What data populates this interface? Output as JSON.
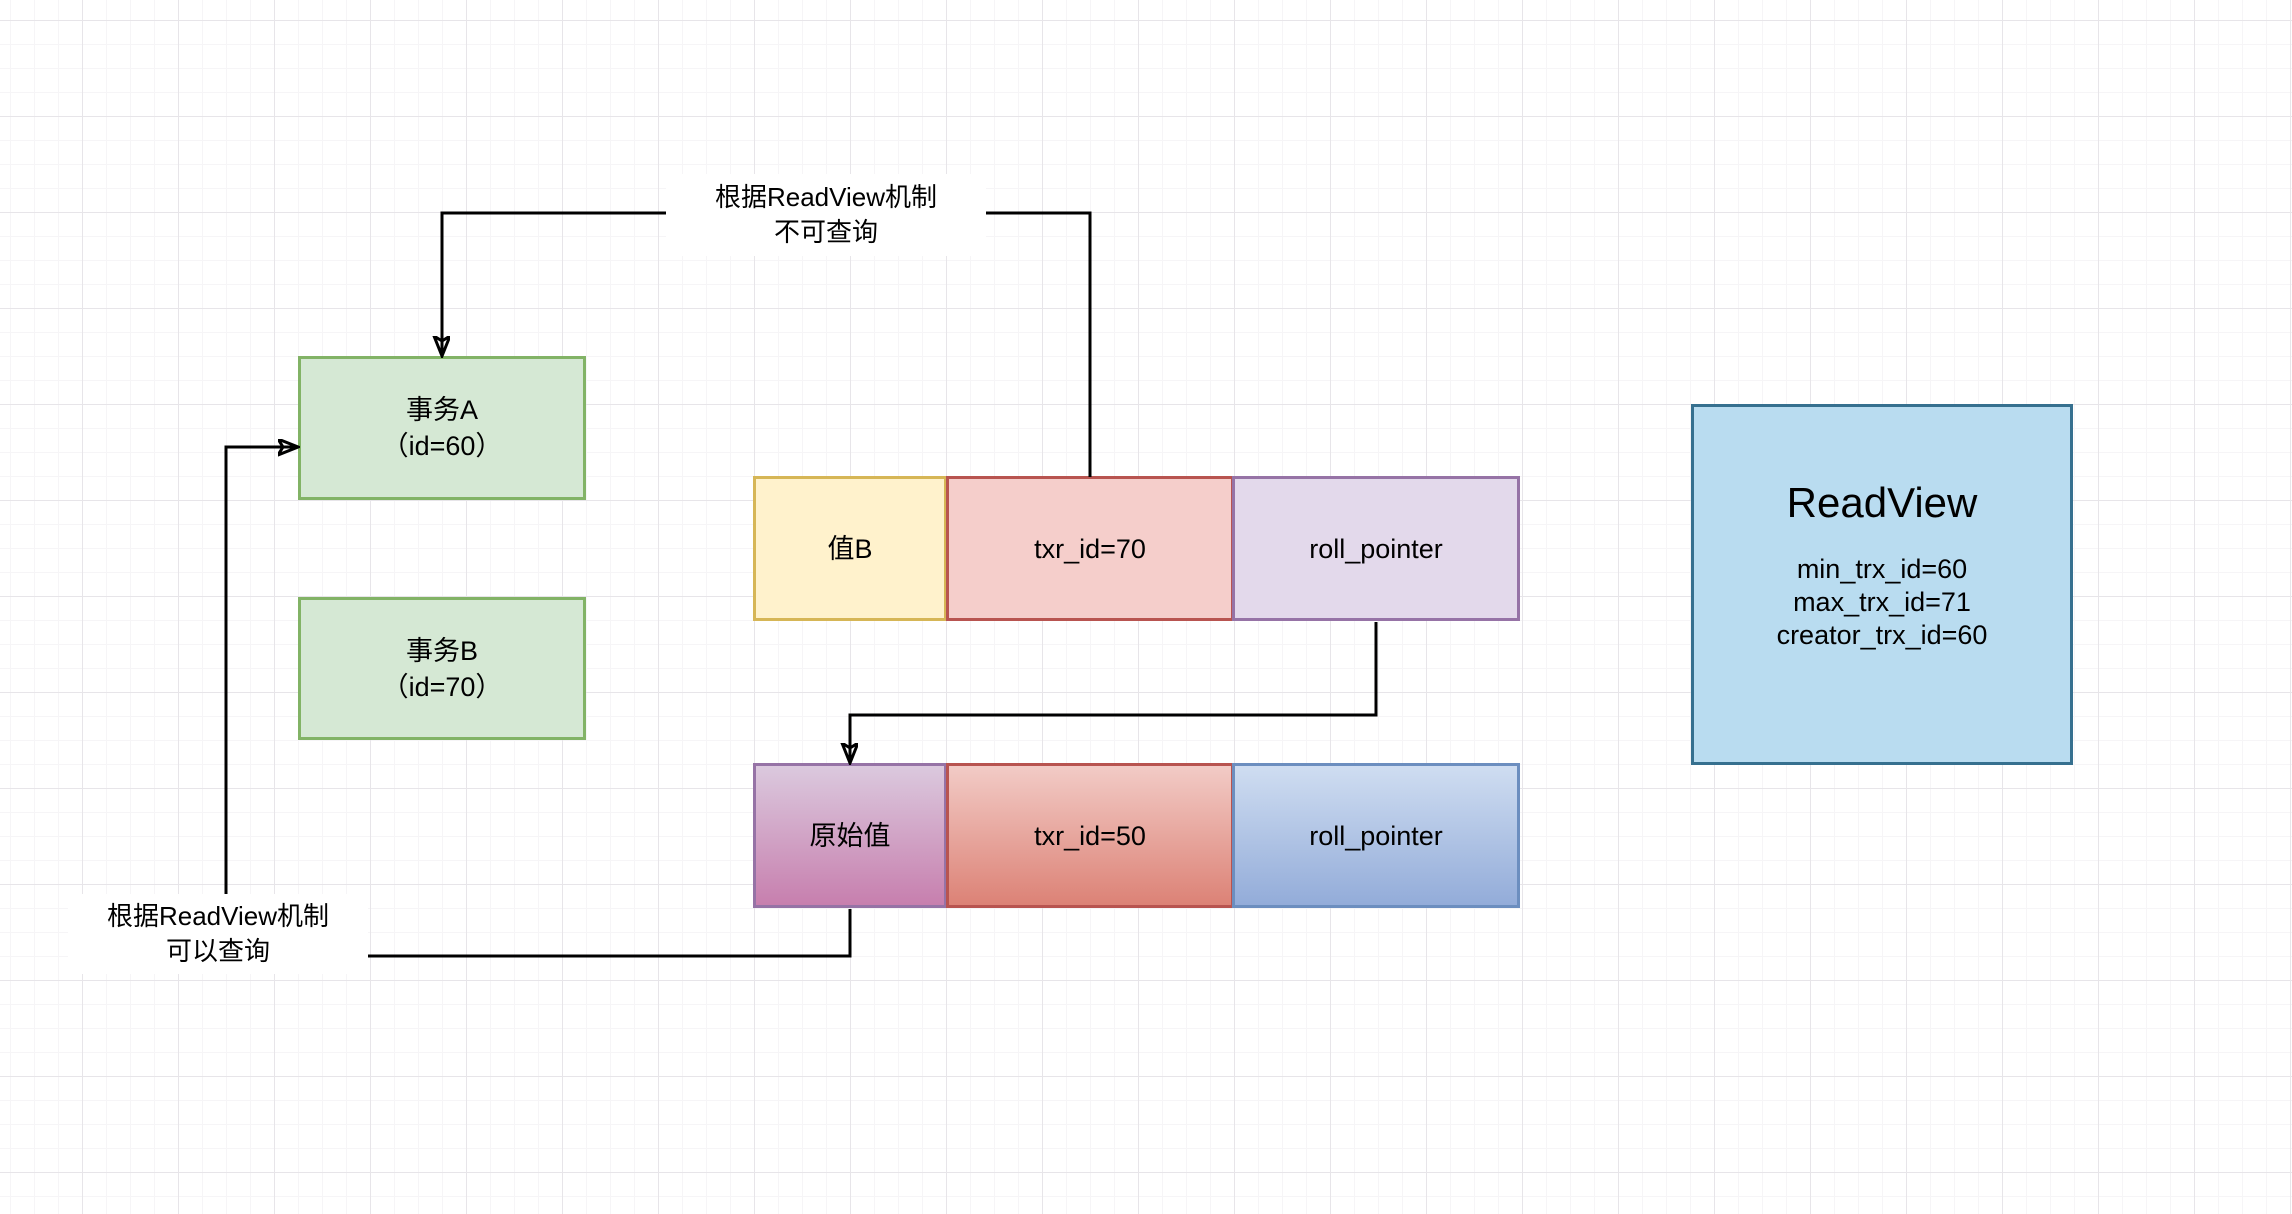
{
  "diagram": {
    "annotations": {
      "top": {
        "line1": "根据ReadView机制",
        "line2": "不可查询"
      },
      "bottom": {
        "line1": "根据ReadView机制",
        "line2": "可以查询"
      }
    },
    "transaction_a": {
      "title": "事务A",
      "subtitle": "（id=60）",
      "fill": "#d5e8d4",
      "border": "#82b366"
    },
    "transaction_b": {
      "title": "事务B",
      "subtitle": "（id=70）",
      "fill": "#d5e8d4",
      "border": "#82b366"
    },
    "current_version_row": {
      "value": {
        "label": "值B",
        "fill": "#f5f2cc",
        "border": "#d6b656"
      },
      "trx": {
        "label": "txr_id=70",
        "fill": "#f5cecb",
        "border": "#b85450"
      },
      "roll": {
        "label": "roll_pointer",
        "fill": "#e3d9eb",
        "border": "#9673a6"
      }
    },
    "undo_version_row": {
      "value": {
        "label": "原始值",
        "fill_top": "#dbc9de",
        "fill_bottom": "#c77fae",
        "border": "#9673a6"
      },
      "trx": {
        "label": "txr_id=50",
        "fill_top": "#f2cbc6",
        "fill_bottom": "#dc8276",
        "border": "#b85450"
      },
      "roll": {
        "label": "roll_pointer",
        "fill_top": "#cfddf1",
        "fill_bottom": "#93acd9",
        "border": "#6c8ebf"
      }
    },
    "readview": {
      "title": "ReadView",
      "min": "min_trx_id=60",
      "max": "max_trx_id=71",
      "creator": "creator_trx_id=60",
      "fill": "#b9dcf0",
      "border": "#36708f"
    },
    "line_color": "#000000"
  }
}
